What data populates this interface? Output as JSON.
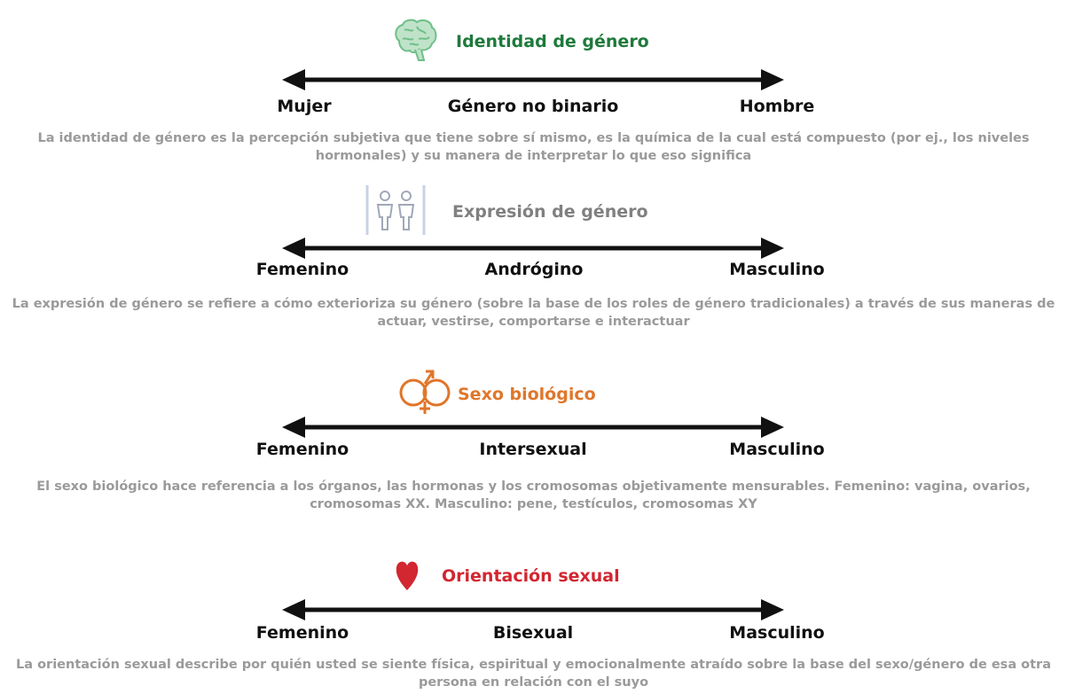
{
  "colors": {
    "identity": "#1e7a3c",
    "expression": "#808080",
    "biological": "#e0762a",
    "orientation": "#d22630",
    "arrow": "#111111",
    "description": "#9a9a9a"
  },
  "sections": [
    {
      "icon": "brain-icon",
      "title": "Identidad de género",
      "labels": [
        "Mujer",
        "Género no binario",
        "Hombre"
      ],
      "description": "La identidad de género es la percepción subjetiva que tiene sobre sí mismo, es la química de la cual está compuesto (por ej., los niveles hormonales) y su manera de interpretar lo que eso significa"
    },
    {
      "icon": "people-icon",
      "title": "Expresión de género",
      "labels": [
        "Femenino",
        "Andrógino",
        "Masculino"
      ],
      "description": "La expresión de género se refiere a cómo exterioriza su género (sobre la base de los roles de género tradicionales) a través de sus maneras de actuar, vestirse, comportarse e interactuar"
    },
    {
      "icon": "sex-symbol-icon",
      "title": "Sexo biológico",
      "labels": [
        "Femenino",
        "Intersexual",
        "Masculino"
      ],
      "description": "El sexo biológico hace referencia a los órganos, las hormonas y los cromosomas objetivamente mensurables. Femenino: vagina, ovarios, cromosomas XX. Masculino: pene, testículos, cromosomas XY"
    },
    {
      "icon": "heart-icon",
      "title": "Orientación sexual",
      "labels": [
        "Femenino",
        "Bisexual",
        "Masculino"
      ],
      "description": "La orientación sexual describe por quién usted se siente física, espiritual y emocionalmente atraído sobre la base del sexo/género de esa otra persona en relación con el suyo"
    }
  ]
}
